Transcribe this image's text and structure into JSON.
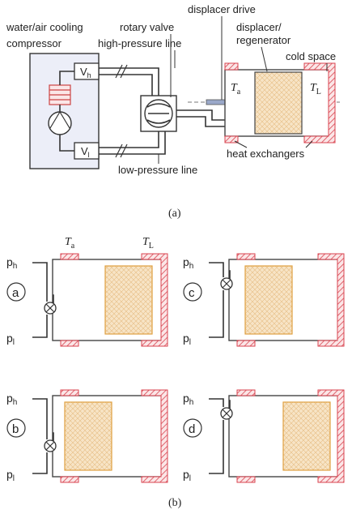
{
  "part_a": {
    "labels": {
      "cooling": "water/air cooling",
      "compressor": "compressor",
      "rotary_valve": "rotary valve",
      "displacer_drive": "displacer drive",
      "high_pressure_line": "high-pressure line",
      "displacer_regenerator_1": "displacer/",
      "displacer_regenerator_2": "regenerator",
      "cold_space": "cold space",
      "heat_exchangers": "heat exchangers",
      "low_pressure_line": "low-pressure line"
    },
    "symbols": {
      "vh_main": "V",
      "vh_sub": "h",
      "vl_main": "V",
      "vl_sub": "l",
      "ta_main": "T",
      "ta_sub": "a",
      "tl_main": "T",
      "tl_sub": "L"
    },
    "caption": "(a)"
  },
  "part_b": {
    "caption": "(b)",
    "ta_main": "T",
    "ta_sub": "a",
    "tl_main": "T",
    "tl_sub": "L",
    "panels": [
      {
        "label": "a",
        "ph_main": "p",
        "ph_sub": "h",
        "pl_main": "p",
        "pl_sub": "l"
      },
      {
        "label": "c",
        "ph_main": "p",
        "ph_sub": "h",
        "pl_main": "p",
        "pl_sub": "l"
      },
      {
        "label": "b",
        "ph_main": "p",
        "ph_sub": "h",
        "pl_main": "p",
        "pl_sub": "l"
      },
      {
        "label": "d",
        "ph_main": "p",
        "ph_sub": "h",
        "pl_main": "p",
        "pl_sub": "l"
      }
    ]
  },
  "colors": {
    "heat_exchanger": "#d9434f",
    "regenerator_fill": "#f6e2c2",
    "regenerator_edge": "#e0a040",
    "compressor_box": "#eceef8"
  }
}
